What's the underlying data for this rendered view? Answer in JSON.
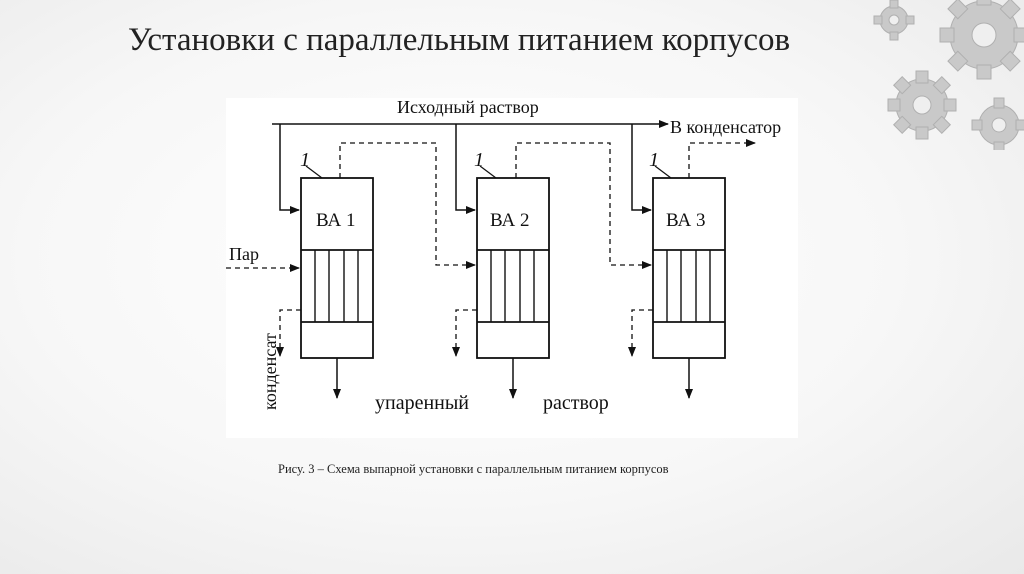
{
  "slide": {
    "title": "Установки с параллельным питанием корпусов",
    "caption": "Рису. 3 – Схема выпарной установки с параллельным питанием корпусов"
  },
  "diagram": {
    "labels": {
      "feed": "Исходный раствор",
      "to_condenser": "В конденсатор",
      "steam": "Пар",
      "condensate": "конденсат",
      "product_word1": "упаренный",
      "product_word2": "раствор"
    },
    "units": [
      {
        "name": "ВА 1",
        "number": "1"
      },
      {
        "name": "ВА 2",
        "number": "1"
      },
      {
        "name": "ВА 3",
        "number": "1"
      }
    ]
  },
  "colors": {
    "line": "#111111",
    "gear": "#c4c4c4"
  }
}
